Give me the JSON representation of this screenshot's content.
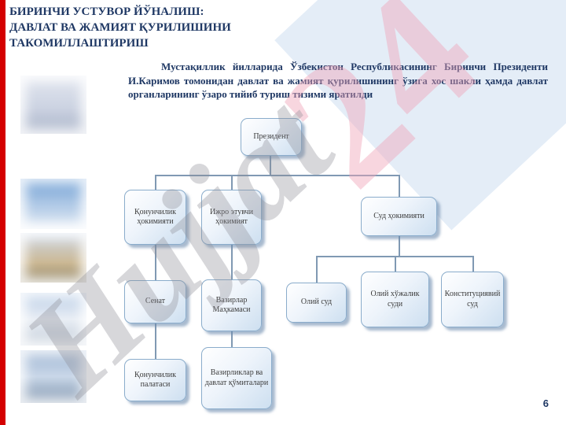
{
  "slide": {
    "title": {
      "line1": "БИРИНЧИ УСТУВОР ЙЎНАЛИШ:",
      "line2": "ДАВЛАТ  ВА ЖАМИЯТ ҚУРИЛИШИНИ",
      "line3": "ТАКОМИЛЛАШТИРИШ"
    },
    "paragraph": "Мустақиллик йилларида Ўзбекистон Республикасининг Биринчи Президенти И.Каримов томонидан давлат ва жамият қурилишининг ўзига хос шакли ҳамда давлат органларининг ўзаро тийиб туриш тизими яратилди",
    "page_number": "6"
  },
  "watermark": {
    "text": "Hujjat",
    "number": "24"
  },
  "org_chart": {
    "nodes": {
      "president": "Президент",
      "legislative": "Қонунчилик ҳокимияти",
      "executive": "Ижро этувчи ҳокимият",
      "judicial": "Суд ҳокимияти",
      "senate": "Сенат",
      "cabinet": "Вазирлар Маҳкамаси",
      "supreme_court": "Олий суд",
      "economic_court": "Олий хўжалик суди",
      "constitutional_court": "Конституциявий суд",
      "legislative_chamber": "Қонунчилик палатаси",
      "ministries": "Вазирликлар ва давлат қўмиталари"
    },
    "edges": [
      [
        "president",
        "legislative"
      ],
      [
        "president",
        "executive"
      ],
      [
        "president",
        "judicial"
      ],
      [
        "legislative",
        "senate"
      ],
      [
        "executive",
        "cabinet"
      ],
      [
        "judicial",
        "supreme_court"
      ],
      [
        "judicial",
        "economic_court"
      ],
      [
        "judicial",
        "constitutional_court"
      ],
      [
        "senate",
        "legislative_chamber"
      ],
      [
        "cabinet",
        "ministries"
      ]
    ]
  },
  "colors": {
    "accent_red": "#d40000",
    "title_navy": "#1f3864",
    "node_border": "#8aaccb",
    "node_fill_bottom": "#cddff0",
    "node_shadow": "#6e8caf",
    "connector": "#8099b3",
    "watermark_gray": "#8c8c94",
    "watermark_pink": "#f0a5b9",
    "band_blue": "#d9e6f4"
  }
}
